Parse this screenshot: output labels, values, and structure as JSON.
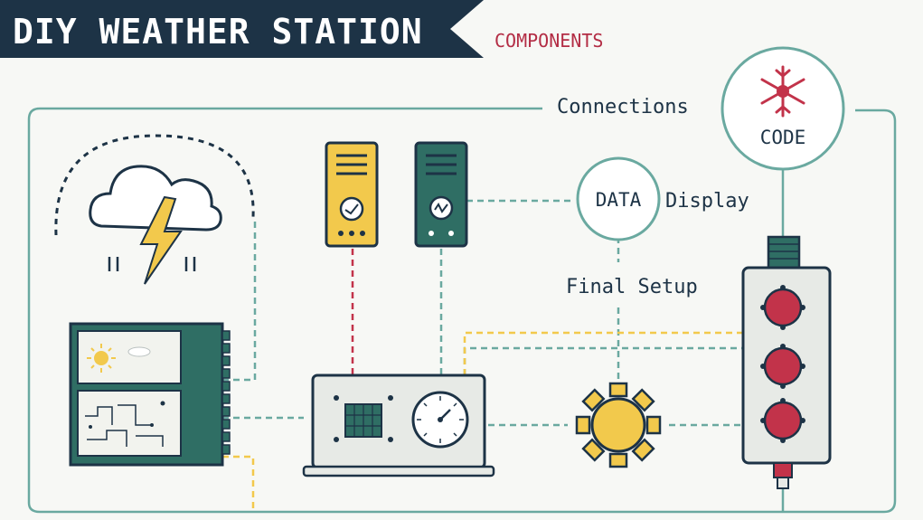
{
  "header": {
    "title": "DIY WEATHER STATION",
    "subtitle": "COMPONENTS"
  },
  "labels": {
    "connections": "Connections",
    "code": "CODE",
    "data": "DATA",
    "display": "Display",
    "final_setup": "Final Setup"
  },
  "icons": {
    "storm_cloud": "cloud-lightning-icon",
    "weather_board": "weather-display-board-icon",
    "yellow_server": "yellow-server-icon",
    "green_server": "green-server-icon",
    "base_station": "base-station-icon",
    "sun": "sun-icon",
    "snowflake": "snowflake-icon",
    "sensor_strip": "sensor-power-strip-icon"
  },
  "colors": {
    "navy": "#1d3346",
    "teal": "#6aa9a0",
    "dark_green": "#2f6e64",
    "yellow": "#f2c94c",
    "red": "#c2334a",
    "light_gray": "#e7eae6"
  }
}
